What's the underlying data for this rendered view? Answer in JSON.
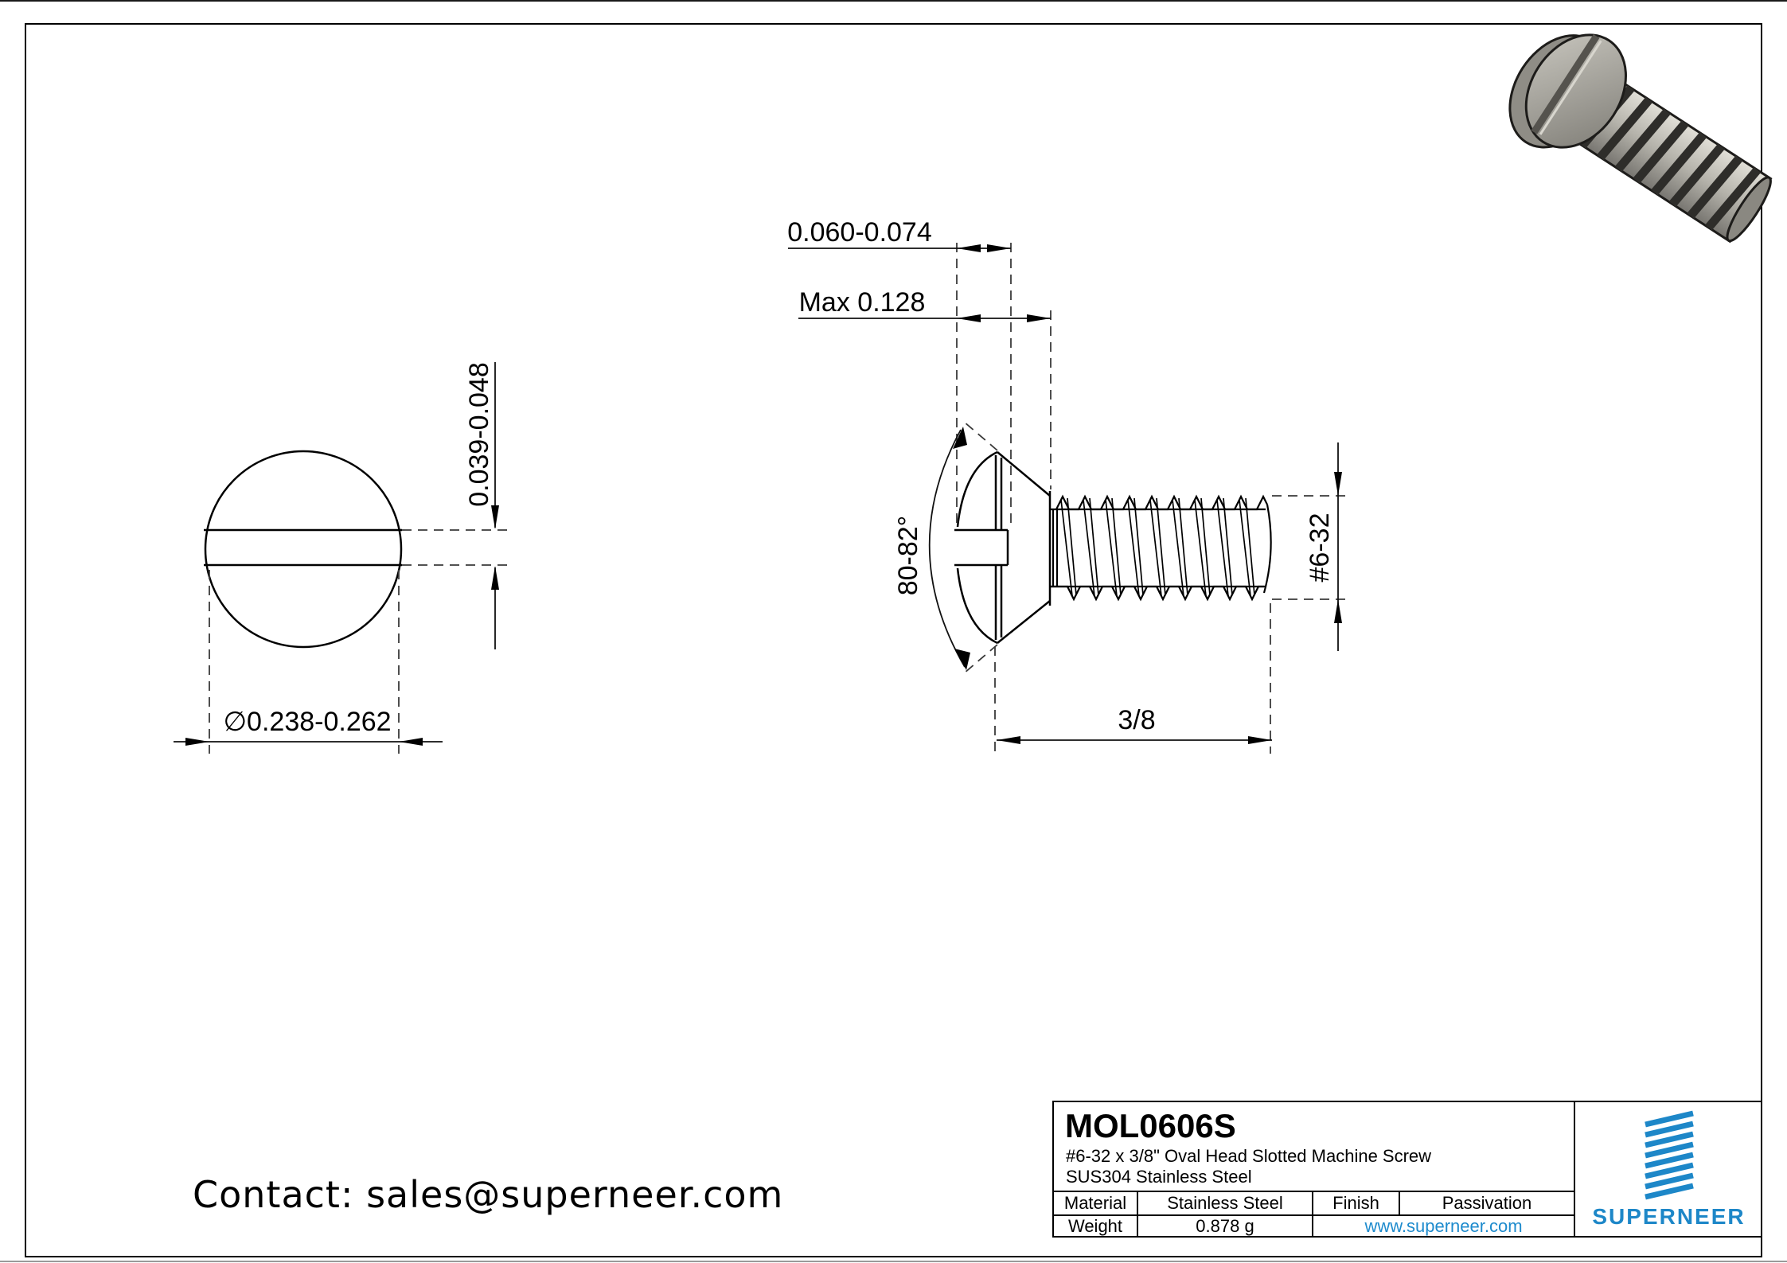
{
  "page": {
    "contact": "Contact: sales@superneer.com"
  },
  "dimensions": {
    "slot_width": "0.060-0.074",
    "head_height": "Max 0.128",
    "slot_depth": "0.039-0.048",
    "head_diameter": "∅0.238-0.262",
    "head_angle": "80-82°",
    "thread_size": "#6-32",
    "thread_length": "3/8"
  },
  "title_block": {
    "part_number": "MOL0606S",
    "description_line1": "#6-32 x 3/8\" Oval Head Slotted Machine Screw",
    "description_line2": "SUS304 Stainless Steel",
    "material_label": "Material",
    "material_value": "Stainless Steel",
    "finish_label": "Finish",
    "finish_value": "Passivation",
    "weight_label": "Weight",
    "weight_value": "0.878 g",
    "website": "www.superneer.com",
    "brand": "SUPERNEER",
    "brand_color": "#1d87c8",
    "link_color": "#1e8bcd"
  }
}
